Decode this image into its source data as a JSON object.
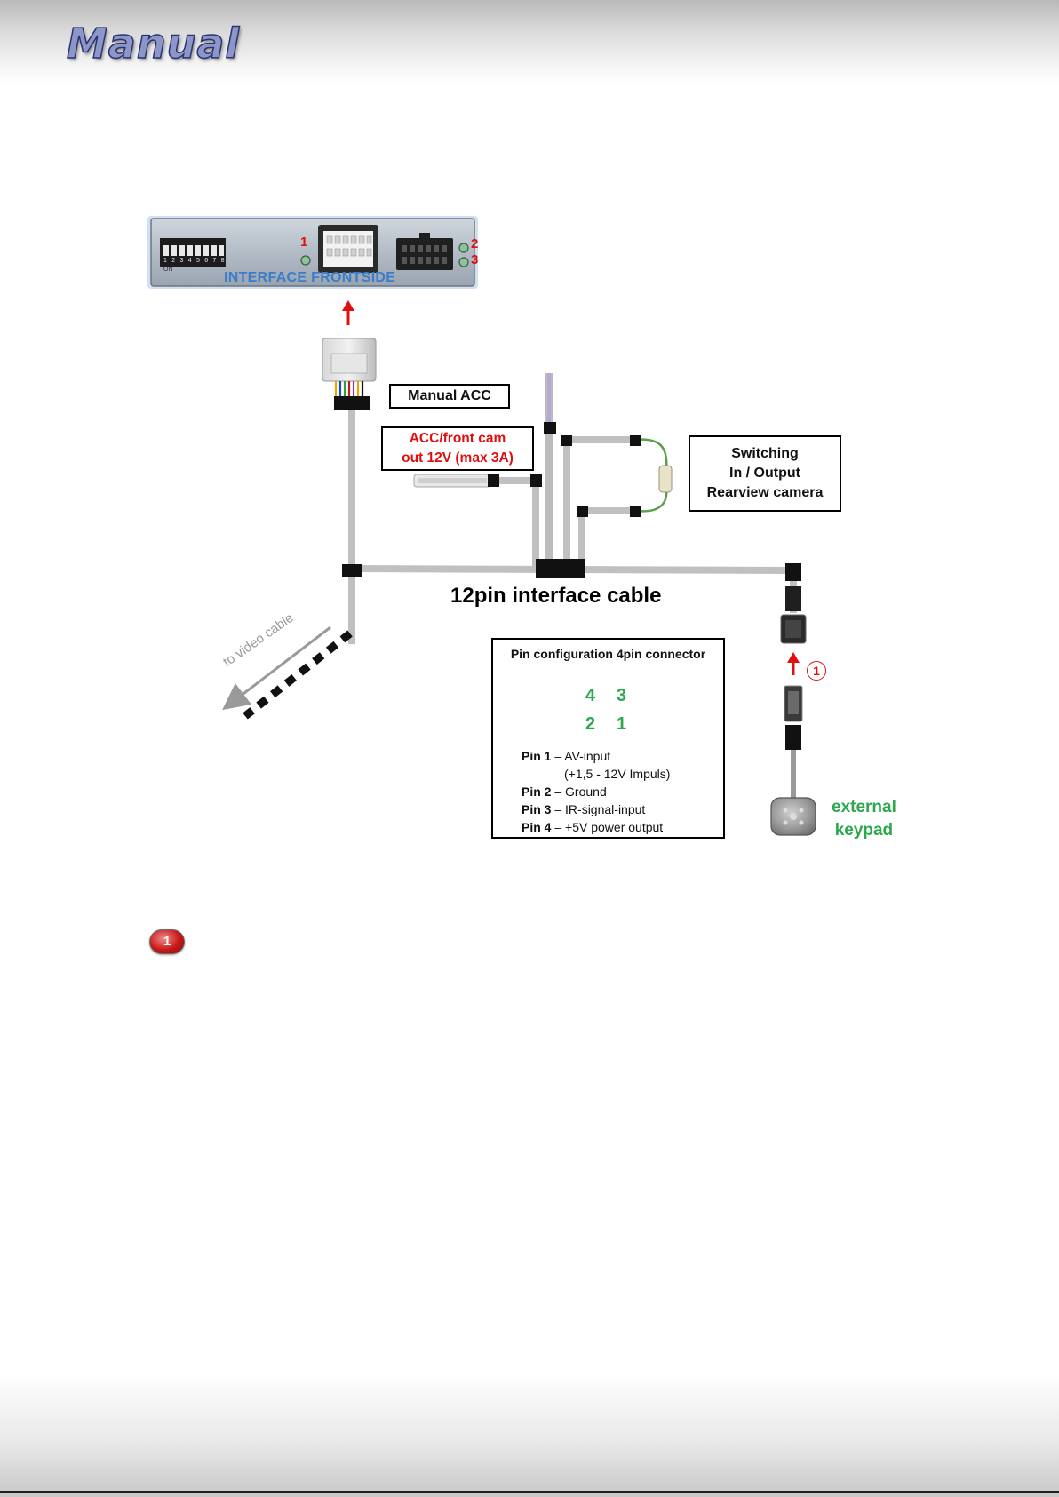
{
  "header": {
    "title": "Manual"
  },
  "diagram": {
    "interface_front_label": "INTERFACE FRONTSIDE",
    "led_labels": [
      "1",
      "2",
      "3"
    ],
    "dip_switch_numbers": "1 2 3 4 5 6 7 8",
    "dip_switch_on": "ON",
    "manual_acc_label": "Manual ACC",
    "acc_front_label": "ACC/front cam\nout  12V (max 3A)",
    "switching_label": [
      "Switching",
      "In / Output",
      "Rearview camera"
    ],
    "cable_label": "12pin interface cable",
    "to_video_label": "to video cable",
    "keypad_label": "external\nkeypad",
    "connector_marker": "1",
    "pin_config": {
      "title": "Pin configuration 4pin connector",
      "pin_numbers": [
        "4",
        "3",
        "2",
        "1"
      ],
      "pins": [
        {
          "name": "Pin 1",
          "desc": "– AV-input"
        },
        {
          "name": "",
          "desc": "(+1,5 - 12V Impuls)"
        },
        {
          "name": "Pin 2",
          "desc": "– Ground"
        },
        {
          "name": "Pin 3",
          "desc": "– IR-signal-input"
        },
        {
          "name": "Pin 4",
          "desc": "– +5V power output"
        }
      ]
    }
  },
  "legend": {
    "badge": "1"
  },
  "colors": {
    "title_fill": "#8d96c8",
    "title_stroke": "#2b3370",
    "accent_red": "#e01010",
    "accent_green": "#2da84e",
    "accent_blue": "#3b7dc8",
    "cable_gray": "#c0c0c0"
  }
}
